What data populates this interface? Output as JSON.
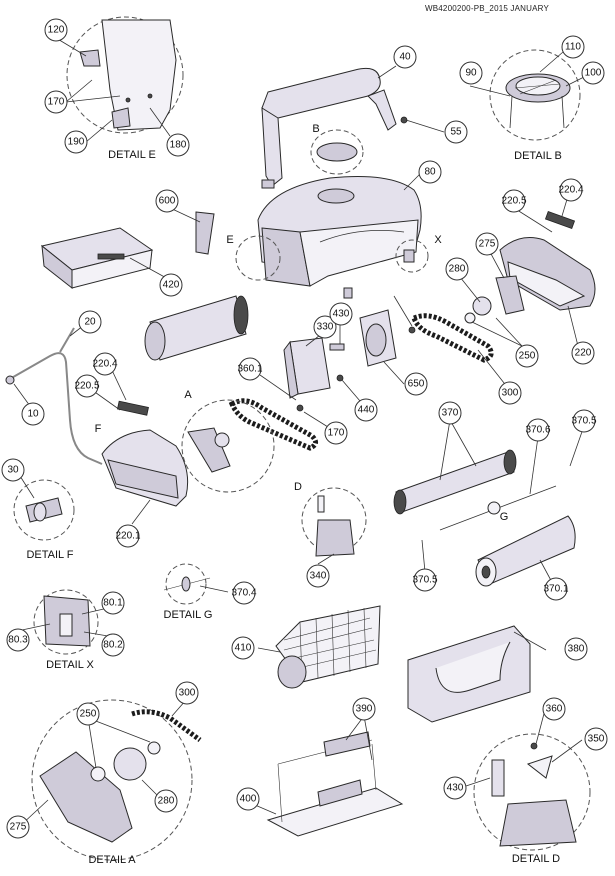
{
  "document_ref": "WB4200200-PB_2015 JANUARY",
  "callouts": [
    "120",
    "170",
    "190",
    "180",
    "40",
    "55",
    "110",
    "90",
    "100",
    "80",
    "600",
    "420",
    "20",
    "10",
    "330",
    "430",
    "360.1",
    "650",
    "440",
    "170",
    "300",
    "250",
    "220",
    "275",
    "280",
    "220.5",
    "220.4",
    "220.4",
    "220.5",
    "30",
    "220.1",
    "370",
    "370.6",
    "370.5",
    "370.5",
    "370.1",
    "340",
    "370.4",
    "80.1",
    "80.3",
    "80.2",
    "410",
    "380",
    "300",
    "250",
    "280",
    "275",
    "390",
    "400",
    "360",
    "350",
    "430"
  ],
  "detail_labels": {
    "detail_e": "DETAIL E",
    "detail_b": "DETAIL B",
    "detail_f": "DETAIL F",
    "detail_g": "DETAIL G",
    "detail_x": "DETAIL X",
    "detail_a": "DETAIL A",
    "detail_d": "DETAIL D"
  },
  "view_letters": {
    "b": "B",
    "e": "E",
    "x": "X",
    "a": "A",
    "f": "F",
    "d": "D",
    "g": "G"
  }
}
